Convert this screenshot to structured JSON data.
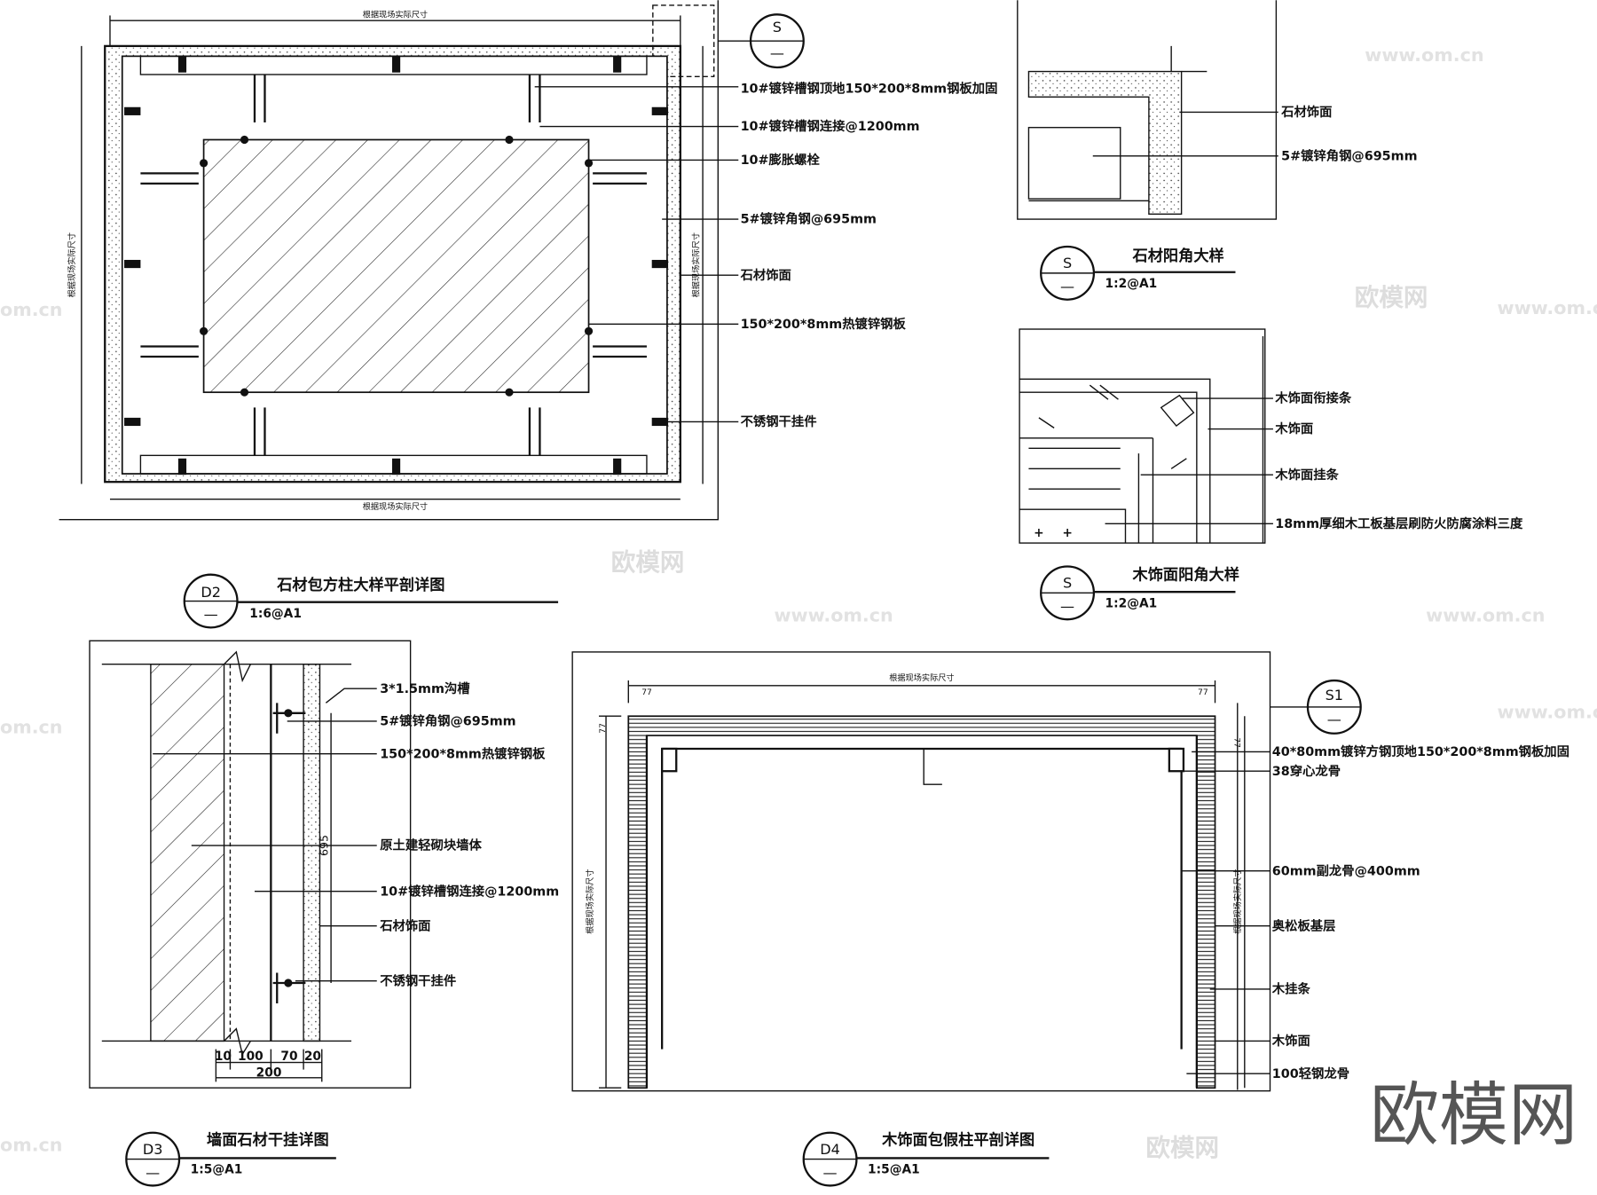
{
  "watermark": {
    "brand": "欧模网",
    "url": "www.om.cn",
    "url_short": "om.cn"
  },
  "d2": {
    "id": "D2",
    "sub": "—",
    "title": "石材包方柱大样平剖详图",
    "scale": "1:6@A1",
    "dim_top": "根据现场实际尺寸",
    "dim_bottom": "根据现场实际尺寸",
    "dim_left": "根据现场实际尺寸",
    "dim_right": "根据现场实际尺寸",
    "section_mark": {
      "id": "S",
      "sub": "—"
    },
    "labels": [
      "10#镀锌槽钢顶地150*200*8mm钢板加固",
      "10#镀锌槽钢连接@1200mm",
      "10#膨胀螺栓",
      "5#镀锌角钢@695mm",
      "石材饰面",
      "150*200*8mm热镀锌钢板",
      "不锈钢干挂件"
    ]
  },
  "stone_corner": {
    "id": "S",
    "sub": "—",
    "title": "石材阳角大样",
    "scale": "1:2@A1",
    "labels": [
      "石材饰面",
      "5#镀锌角钢@695mm"
    ]
  },
  "wood_corner": {
    "id": "S",
    "sub": "—",
    "title": "木饰面阳角大样",
    "scale": "1:2@A1",
    "labels": [
      "木饰面衔接条",
      "木饰面",
      "木饰面挂条",
      "18mm厚细木工板基层刷防火防腐涂料三度"
    ]
  },
  "d3": {
    "id": "D3",
    "sub": "—",
    "title": "墙面石材干挂详图",
    "scale": "1:5@A1",
    "labels": [
      "3*1.5mm沟槽",
      "5#镀锌角钢@695mm",
      "150*200*8mm热镀锌钢板",
      "原土建轻砌块墙体",
      "10#镀锌槽钢连接@1200mm",
      "石材饰面",
      "不锈钢干挂件"
    ],
    "dims": [
      "10",
      "100",
      "70",
      "20"
    ],
    "dim_total": "200",
    "dim_vertical": "695"
  },
  "d4": {
    "id": "D4",
    "sub": "—",
    "title": "木饰面包假柱平剖详图",
    "scale": "1:5@A1",
    "dim_top": "根据现场实际尺寸",
    "dim_left": "根据现场实际尺寸",
    "dim_right": "根据现场实际尺寸",
    "dim_small": "77",
    "section_mark": {
      "id": "S1",
      "sub": "—"
    },
    "labels": [
      "40*80mm镀锌方钢顶地150*200*8mm钢板加固",
      "38穿心龙骨",
      "60mm副龙骨@400mm",
      "奥松板基层",
      "木挂条",
      "木饰面",
      "100轻钢龙骨"
    ]
  }
}
